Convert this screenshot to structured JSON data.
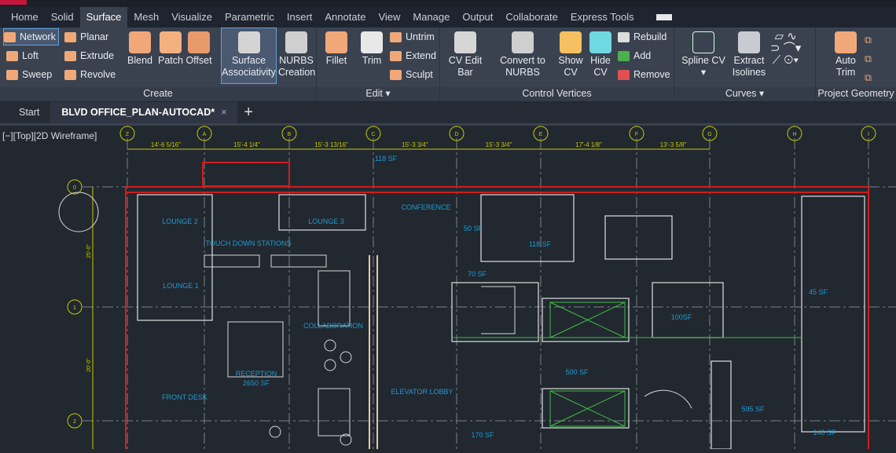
{
  "ribbon_tabs": [
    "Home",
    "Solid",
    "Surface",
    "Mesh",
    "Visualize",
    "Parametric",
    "Insert",
    "Annotate",
    "View",
    "Manage",
    "Output",
    "Collaborate",
    "Express Tools"
  ],
  "active_tab": "Surface",
  "panels": {
    "create": {
      "title": "Create",
      "small": [
        "Network",
        "Planar",
        "Loft",
        "Extrude",
        "Sweep",
        "Revolve"
      ],
      "large": [
        "Blend",
        "Patch",
        "Offset"
      ],
      "assoc": [
        "Surface",
        "Associativity"
      ],
      "nurbs": [
        "NURBS",
        "Creation"
      ]
    },
    "edit": {
      "title": "Edit",
      "fillet": "Fillet",
      "trim": "Trim",
      "small": [
        "Untrim",
        "Extend",
        "Sculpt"
      ]
    },
    "cv": {
      "title": "Control Vertices",
      "editbar": "CV Edit Bar",
      "convert": [
        "Convert to",
        "NURBS"
      ],
      "show": [
        "Show",
        "CV"
      ],
      "hide": [
        "Hide",
        "CV"
      ],
      "small": [
        "Rebuild",
        "Add",
        "Remove"
      ]
    },
    "curves": {
      "title": "Curves",
      "spline": "Spline CV",
      "extract": [
        "Extract",
        "Isolines"
      ]
    },
    "project": {
      "title": "Project Geometry",
      "auto": [
        "Auto",
        "Trim"
      ]
    }
  },
  "file_tabs": {
    "start": "Start",
    "active": "BLVD OFFICE_PLAN-AUTOCAD*",
    "close": "×",
    "new": "+"
  },
  "viewport_label": "[−][Top][2D Wireframe]",
  "drawing": {
    "grid_columns": [
      "Z",
      "A",
      "B",
      "C",
      "D",
      "E",
      "F",
      "G",
      "H",
      "I"
    ],
    "grid_rows": [
      "0",
      "1",
      "2"
    ],
    "dimensions": [
      "14'-6 5/16\"",
      "15'-4 1/4\"",
      "15'-3 13/16\"",
      "15'-3 3/4\"",
      "15'-3 3/4\"",
      "17'-4 1/8\"",
      "13'-3 5/8\""
    ],
    "vertical_dimensions": [
      "25'-0\"",
      "20'-0\""
    ],
    "rooms": [
      "118 SF",
      "LOUNGE 2",
      "LOUNGE 3",
      "CONFERENCE",
      "50 SF",
      "118 SF",
      "TOUCH DOWN STATIONS",
      "LOUNGE 1",
      "70 SF",
      "COLLABORATION",
      "100SF",
      "45 SF",
      "RECEPTION",
      "2650 SF",
      "500 SF",
      "ELEVATOR LOBBY",
      "FRONT DESK",
      "595 SF",
      "170 SF",
      "140 SF"
    ]
  },
  "colors": {
    "grid": "#c8c800",
    "wall": "#d01c1c",
    "text": "#1f9bd1",
    "furniture": "#d8d8d8",
    "lines": "#e0e0e0"
  }
}
